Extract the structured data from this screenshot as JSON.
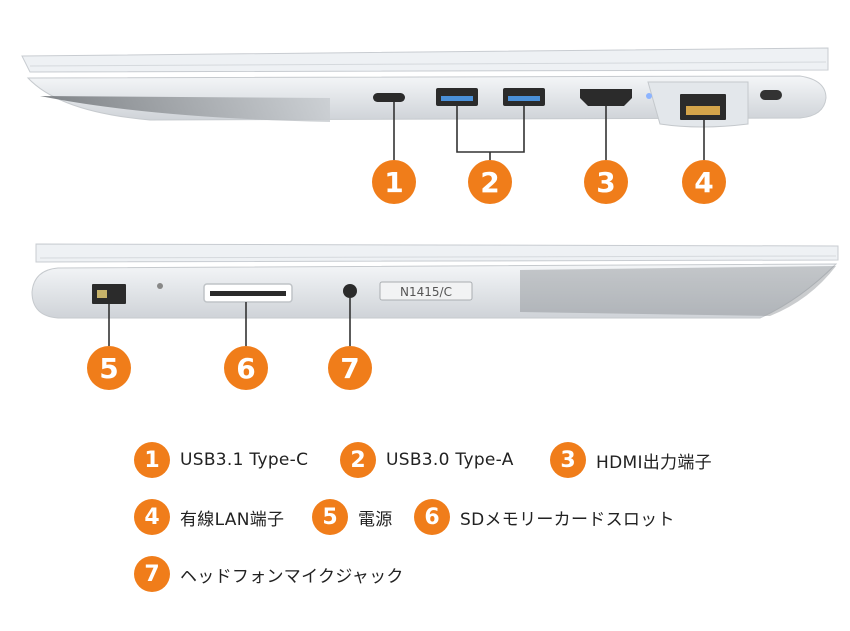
{
  "colors": {
    "accent": "#f07d1a",
    "chassis": "#e9ecef",
    "port": "#2b2b2b"
  },
  "engraving": "N1415/C",
  "callouts": [
    "1",
    "2",
    "3",
    "4",
    "5",
    "6",
    "7"
  ],
  "legend": [
    {
      "num": "1",
      "label": "USB3.1  Type-C"
    },
    {
      "num": "2",
      "label": "USB3.0  Type-A"
    },
    {
      "num": "3",
      "label": "HDMI出力端子"
    },
    {
      "num": "4",
      "label": "有線LAN端子"
    },
    {
      "num": "5",
      "label": "電源"
    },
    {
      "num": "6",
      "label": "SDメモリーカードスロット"
    },
    {
      "num": "7",
      "label": "ヘッドフォンマイクジャック"
    }
  ]
}
